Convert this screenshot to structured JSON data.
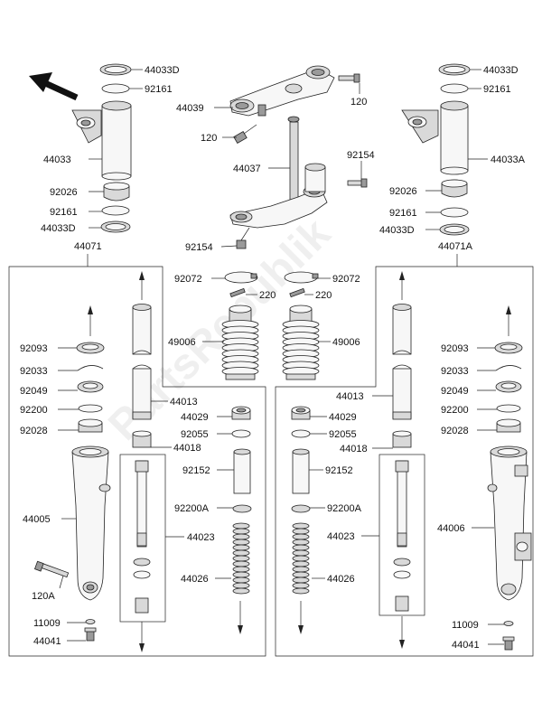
{
  "diagram": {
    "watermark": "PartsRepublik",
    "labels": {
      "l44033D_tl": "44033D",
      "l92161_tl": "92161",
      "l44033": "44033",
      "l92026_l": "92026",
      "l92161_l2": "92161",
      "l44033D_l2": "44033D",
      "l44071": "44071",
      "l44039": "44039",
      "l120_a": "120",
      "l120_b": "120",
      "l44037": "44037",
      "l92154_a": "92154",
      "l92154_b": "92154",
      "l44033D_tr": "44033D",
      "l92161_tr": "92161",
      "l44033A": "44033A",
      "l92026_r": "92026",
      "l92161_r2": "92161",
      "l44033D_r2": "44033D",
      "l44071A": "44071A",
      "l92072_l": "92072",
      "l92072_r": "92072",
      "l220_l": "220",
      "l220_r": "220",
      "l49006_l": "49006",
      "l49006_r": "49006",
      "l92093_l": "92093",
      "l92033_l": "92033",
      "l92049_l": "92049",
      "l92200_l": "92200",
      "l92028_l": "92028",
      "l44013_l": "44013",
      "l44029_l": "44029",
      "l92055_l": "92055",
      "l44018_l": "44018",
      "l92152_l": "92152",
      "l92200A_l": "92200A",
      "l44023_l": "44023",
      "l44026_l": "44026",
      "l44005": "44005",
      "l120A": "120A",
      "l11009_l": "11009",
      "l44041_l": "44041",
      "l92093_r": "92093",
      "l92033_r": "92033",
      "l92049_r": "92049",
      "l92200_r": "92200",
      "l92028_r": "92028",
      "l44013_r": "44013",
      "l44029_r": "44029",
      "l92055_r": "92055",
      "l44018_r": "44018",
      "l92152_r": "92152",
      "l92200A_r": "92200A",
      "l44023_r": "44023",
      "l44026_r": "44026",
      "l44006": "44006",
      "l11009_r": "11009",
      "l44041_r": "44041"
    }
  }
}
